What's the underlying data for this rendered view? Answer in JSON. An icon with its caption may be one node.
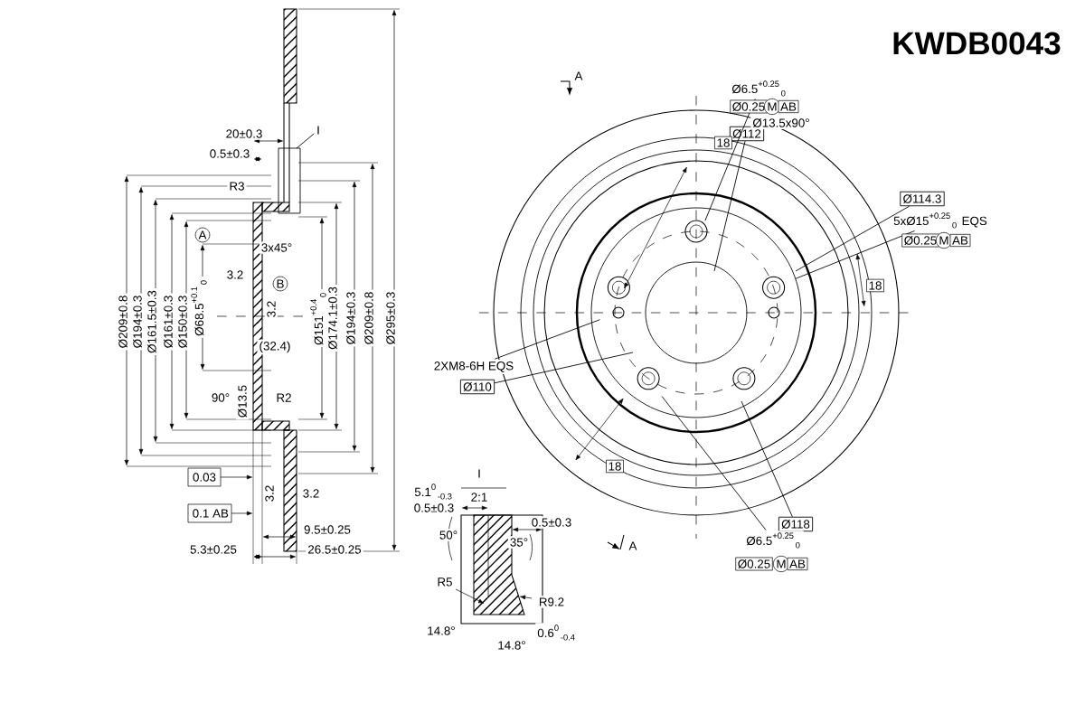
{
  "diagram": {
    "title": "KWDB0043",
    "nodes": [
      {
        "text": [
          "Ø6.5$^{+0.25}$$_{0}$"
        ]
      },
      {
        "text": [
          "Ø112"
        ]
      },
      {
        "text": [
          "Ø114.3"
        ]
      },
      {
        "text": [
          "5xØ15$^{+0.25}$$_{0}$ EQS"
        ]
      },
      {
        "text": [
          "2XM8-6H EQS"
        ]
      },
      {
        "text": [
          "Ø110"
        ]
      },
      {
        "text": [
          "Ø118"
        ]
      },
      {
        "text": [
          "Ø6.5$^{+0.25}$$_{0}$"
        ]
      },
      {
        "text": [
          "I"
        ]
      }
    ],
    "edges": [
      {
        "from": 0,
        "to": null,
        "arrow": "none"
      },
      {
        "from": 1,
        "to": null,
        "arrow": "none"
      },
      {
        "from": 2,
        "to": null,
        "arrow": "none"
      },
      {
        "from": 3,
        "to": null,
        "arrow": "none"
      },
      {
        "from": 4,
        "to": null,
        "arrow": "none"
      },
      {
        "from": 5,
        "to": null,
        "arrow": "none"
      },
      {
        "from": 6,
        "to": null,
        "arrow": "none"
      },
      {
        "from": 7,
        "to": null,
        "arrow": "none"
      },
      {
        "from": 8,
        "to": null,
        "arrow": "none"
      }
    ],
    "labels": [
      "20±0.3",
      "0.5±0.3",
      "R3",
      "A",
      "3x45°",
      "3.2",
      "B",
      "3.2",
      "Ø209±0.8",
      "Ø194±0.3",
      "Ø161.5±0.3",
      "Ø161±0.3",
      "Ø150±0.3",
      "Ø68.5$^{+0.1}$$_{0}$",
      "(32.4)",
      "90°",
      "Ø13.5",
      "R2",
      "Ø151$^{+0.4}$$_{0}$",
      "Ø174.1±0.3",
      "Ø194±0.3",
      "Ø209±0.8",
      "Ø295±0.3",
      "0.03",
      "0.1",
      "AB",
      "3.2",
      "3.2",
      "9.5±0.25",
      "5.3±0.25",
      "26.5±0.25",
      "A",
      "18",
      "Ø0.25",
      "M",
      "AB",
      "Ø13.5x90°",
      "18",
      "Ø0.25",
      "M",
      "AB",
      "18",
      "Ø0.25",
      "M",
      "AB",
      "A",
      "I",
      "2:1",
      "5.1$^{0}$$_{-0.3}$",
      "0.5±0.3",
      "0.5±0.3",
      "50°",
      "35°",
      "R5",
      "R9.2",
      "14.8°",
      "14.8°",
      "0.6$^{0}$$_{-0.4}$"
    ]
  }
}
